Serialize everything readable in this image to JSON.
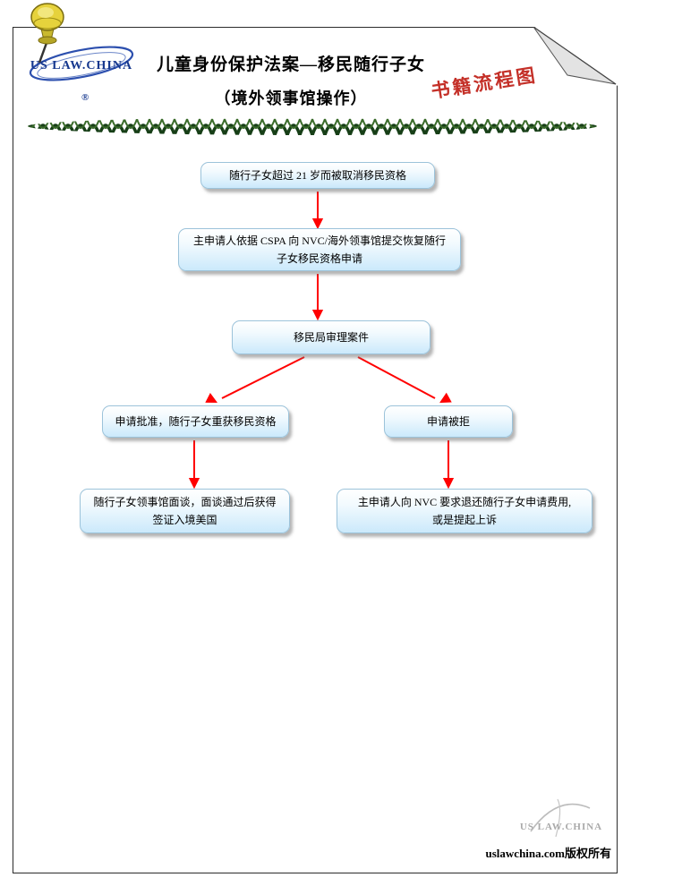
{
  "header": {
    "logo_text": "US LAW.CHINA",
    "logo_registered": "®",
    "title_line1": "儿童身份保护法案—移民随行子女",
    "title_line2": "（境外领事馆操作）",
    "stamp_label": "书籍流程图"
  },
  "flowchart": {
    "nodes": [
      {
        "id": "disqualified",
        "lines": [
          "随行子女超过 21 岁而被取消移民资格"
        ]
      },
      {
        "id": "petition",
        "lines": [
          "主申请人依据 CSPA 向 NVC/海外领事馆提交恢复随行",
          "子女移民资格申请"
        ]
      },
      {
        "id": "review",
        "lines": [
          "移民局审理案件"
        ]
      },
      {
        "id": "approved",
        "lines": [
          "申请批准，随行子女重获移民资格"
        ]
      },
      {
        "id": "denied",
        "lines": [
          "申请被拒"
        ]
      },
      {
        "id": "interview",
        "lines": [
          "随行子女领事馆面谈，面谈通过后获得",
          "签证入境美国"
        ]
      },
      {
        "id": "refund",
        "lines": [
          "主申请人向 NVC 要求退还随行子女申请费用,",
          "或是提起上诉"
        ]
      }
    ]
  },
  "footer": {
    "watermark_text": "US LAW.CHINA",
    "copyright": "uslawchina.com版权所有"
  },
  "colors": {
    "arrow": "#ff0000",
    "box_border": "#9cc3da",
    "box_fill": "#cbe9fb",
    "stamp": "#c43028",
    "logo_blue": "#16388e",
    "rope_green": "#1d4a1d"
  }
}
